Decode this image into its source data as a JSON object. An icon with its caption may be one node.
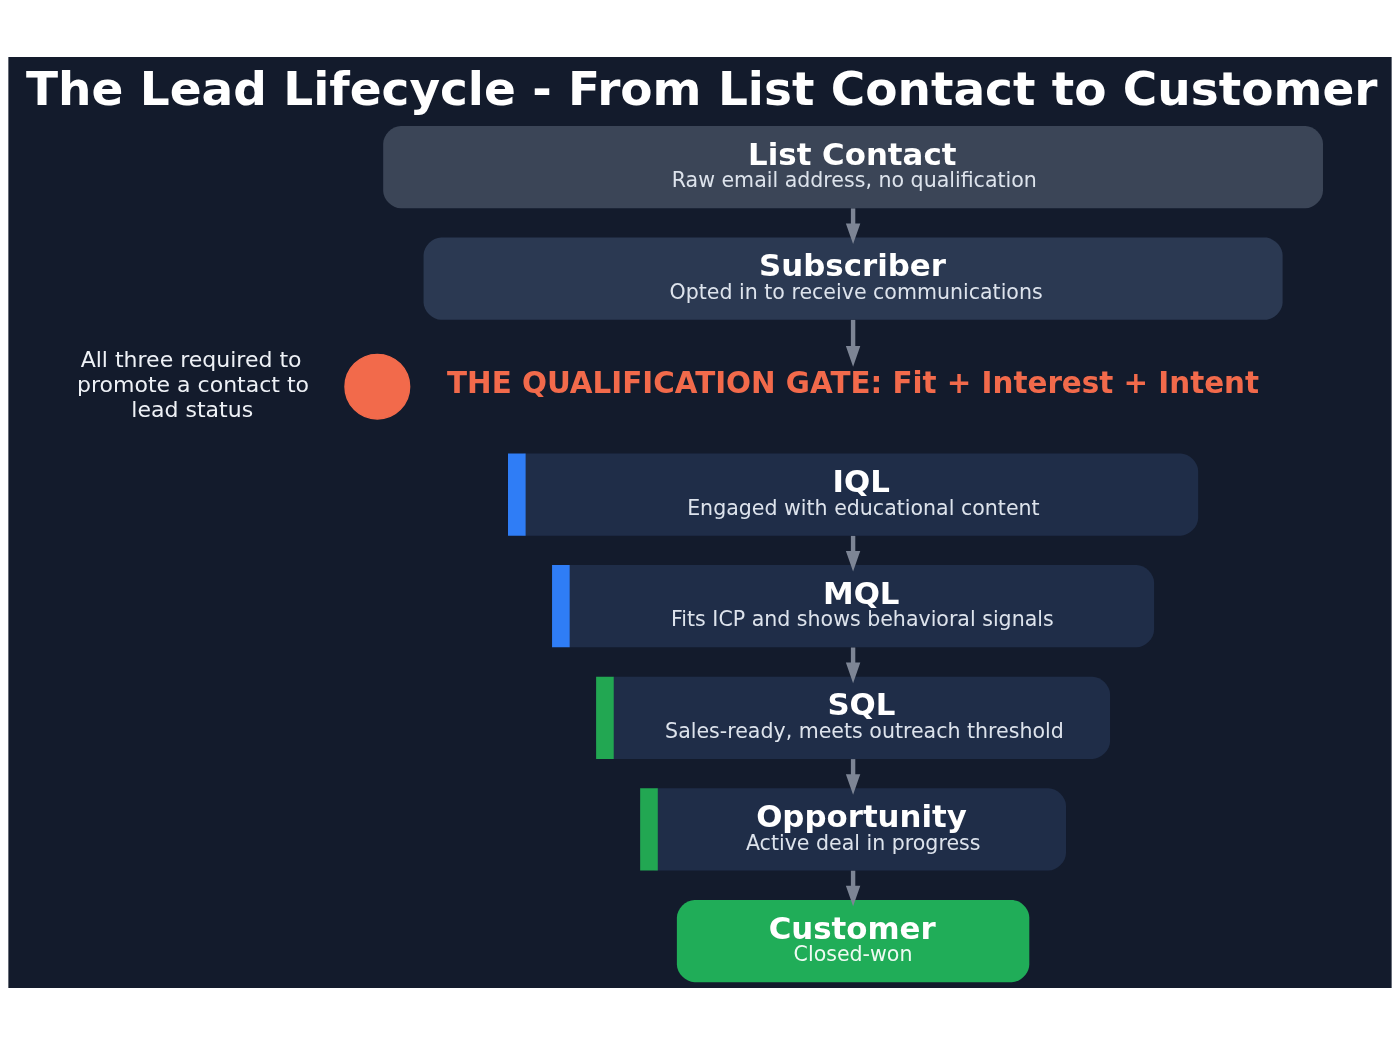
{
  "diagram": {
    "title": "The Lead Lifecycle - From List Contact to Customer",
    "nodes": [
      {
        "text": [
          "List Contact",
          "Raw email address, no qualification"
        ]
      },
      {
        "text": [
          "Subscriber",
          "Opted in to receive communications"
        ]
      },
      {
        "text": [],
        "shape": "circle"
      },
      {
        "text": [
          "THE QUALIFICATION GATE: Fit + Interest + Intent"
        ]
      },
      {
        "text": [
          "IQL",
          "Engaged with educational content"
        ]
      },
      {
        "text": [
          "MQL",
          "Fits ICP and shows behavioral signals"
        ]
      },
      {
        "text": [
          "SQL",
          "Sales-ready, meets outreach threshold"
        ]
      },
      {
        "text": [
          "Opportunity",
          "Active deal in progress"
        ]
      },
      {
        "text": [
          "Customer",
          "Closed-won"
        ]
      }
    ],
    "edges": [
      {
        "from": 0,
        "to": 1,
        "arrow": "to"
      },
      {
        "from": 1,
        "to": 3,
        "arrow": "to"
      },
      {
        "from": 4,
        "to": 5,
        "arrow": "to"
      },
      {
        "from": 5,
        "to": 6,
        "arrow": "to"
      },
      {
        "from": 6,
        "to": 7,
        "arrow": "to"
      },
      {
        "from": 7,
        "to": 8,
        "arrow": "to"
      }
    ],
    "labels": [
      "All three required to promote a contact to lead status"
    ]
  }
}
